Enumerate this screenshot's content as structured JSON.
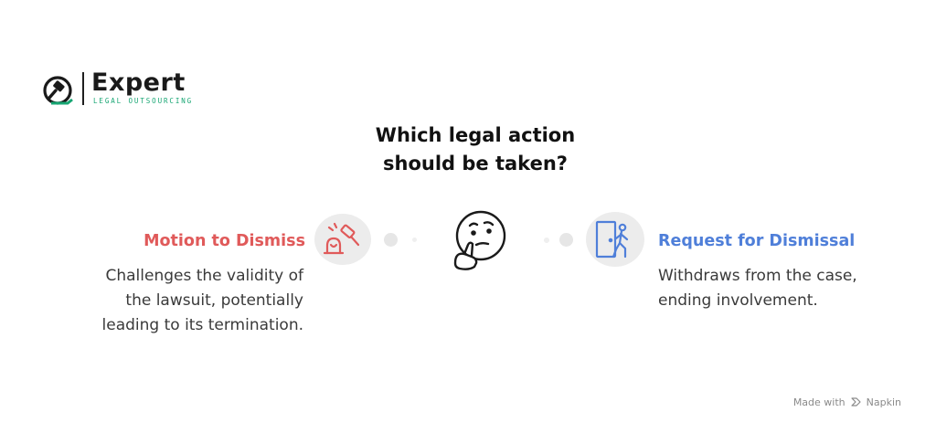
{
  "logo": {
    "word": "Expert",
    "tagline": "LEGAL OUTSOURCING"
  },
  "question": {
    "line1": "Which legal action",
    "line2": "should be taken?"
  },
  "options": [
    {
      "title": "Motion to Dismiss",
      "color": "#e05a5a",
      "icon": "gavel-icon",
      "lines": [
        "Challenges the validity of",
        "the lawsuit, potentially",
        "leading to its termination."
      ]
    },
    {
      "title": "Request for Dismissal",
      "color": "#4f7fd9",
      "icon": "exit-door-icon",
      "lines": [
        "Withdraws from the case,",
        "ending involvement."
      ]
    }
  ],
  "center_icon": "thinking-face-icon",
  "footer": {
    "made_with": "Made with",
    "brand": "Napkin"
  }
}
